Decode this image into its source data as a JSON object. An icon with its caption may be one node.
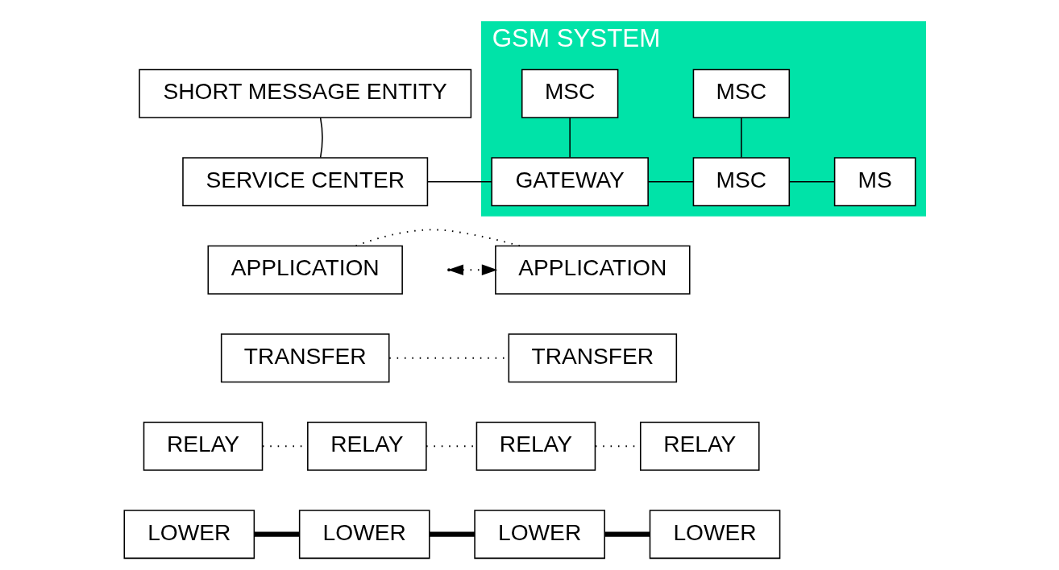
{
  "diagram": {
    "nodes": [
      {
        "text": [
          "SHORT MESSAGE ENTITY"
        ]
      },
      {
        "text": [
          "SERVICE CENTER"
        ]
      },
      {
        "text": [
          "GSM SYSTEM"
        ]
      },
      {
        "text": [
          "MSC"
        ],
        "in": 2
      },
      {
        "text": [
          "MSC"
        ],
        "in": 2
      },
      {
        "text": [
          "GATEWAY"
        ],
        "in": 2
      },
      {
        "text": [
          "MSC"
        ],
        "in": 2
      },
      {
        "text": [
          "MS"
        ],
        "in": 2
      },
      {
        "text": [
          "APPLICATION"
        ]
      },
      {
        "text": [
          "TRANSFER"
        ]
      },
      {
        "text": [
          "RELAY"
        ]
      },
      {
        "text": [
          "LOWER"
        ]
      },
      {
        "text": [
          "RELAY"
        ]
      },
      {
        "text": [
          "LOWER"
        ]
      },
      {
        "text": [
          "RELAY"
        ]
      },
      {
        "text": [
          "LOWER"
        ]
      },
      {
        "text": [
          "APPLICATION"
        ]
      },
      {
        "text": [
          "TRANSFER"
        ]
      },
      {
        "text": [
          "RELAY"
        ]
      },
      {
        "text": [
          "LOWER"
        ]
      }
    ],
    "edges": [
      {
        "from": 0,
        "to": 1,
        "arrow": "none"
      },
      {
        "from": 1,
        "to": 5,
        "arrow": "none"
      },
      {
        "from": 3,
        "to": 5,
        "arrow": "none"
      },
      {
        "from": 4,
        "to": 6,
        "arrow": "none"
      },
      {
        "from": 5,
        "to": 6,
        "arrow": "none"
      },
      {
        "from": 6,
        "to": 7,
        "arrow": "none"
      },
      {
        "from": null,
        "to": 16,
        "arrow": "both",
        "style": "dashed"
      },
      {
        "from": 8,
        "to": 16,
        "arrow": "none",
        "style": "dashed"
      },
      {
        "from": 9,
        "to": 17,
        "arrow": "none",
        "style": "dashed"
      },
      {
        "from": 10,
        "to": 12,
        "arrow": "none",
        "style": "dashed"
      },
      {
        "from": 12,
        "to": 14,
        "arrow": "none",
        "style": "dashed"
      },
      {
        "from": 14,
        "to": 18,
        "arrow": "none",
        "style": "dashed"
      },
      {
        "from": 11,
        "to": 13,
        "arrow": "none",
        "style": "thick"
      },
      {
        "from": 13,
        "to": 15,
        "arrow": "none",
        "style": "thick"
      },
      {
        "from": 15,
        "to": 19,
        "arrow": "none",
        "style": "thick"
      }
    ]
  }
}
